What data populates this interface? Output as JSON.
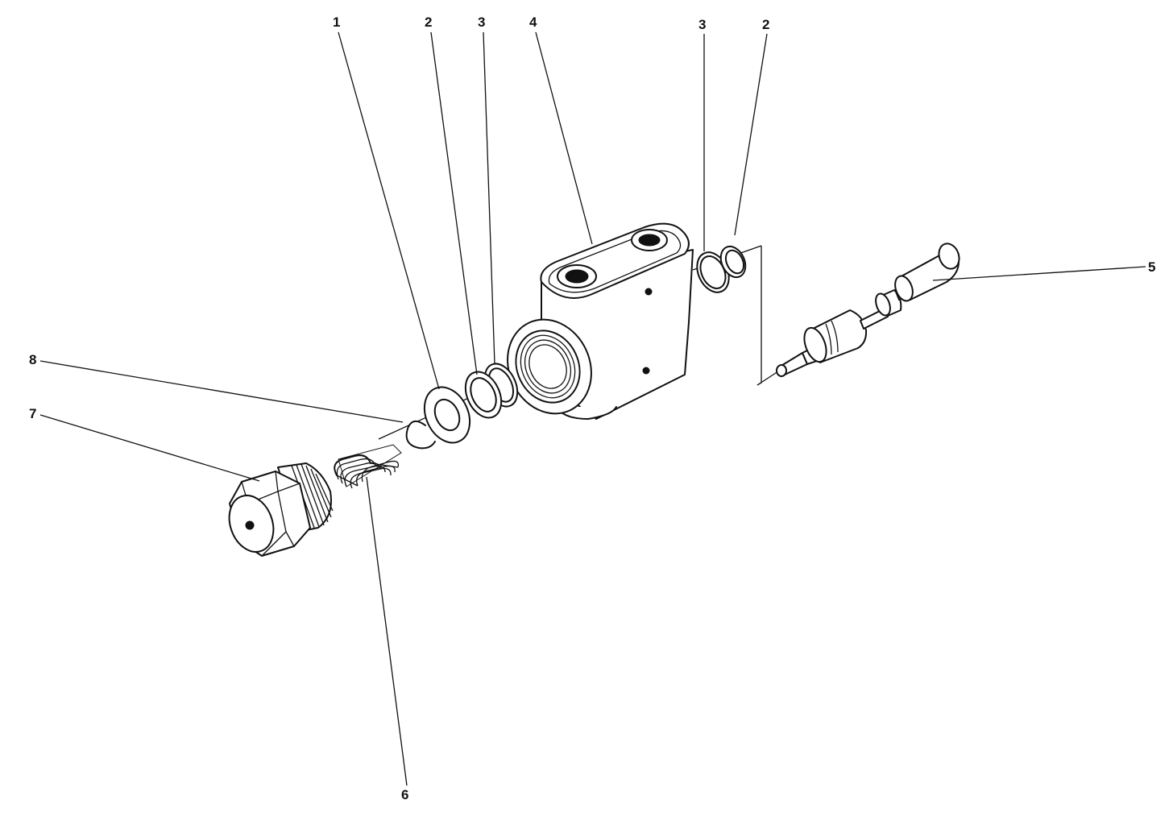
{
  "callouts": [
    {
      "id": "c1",
      "label": "1",
      "part": "washer"
    },
    {
      "id": "c2a",
      "label": "2",
      "part": "backup-ring"
    },
    {
      "id": "c3a",
      "label": "3",
      "part": "o-ring"
    },
    {
      "id": "c4",
      "label": "4",
      "part": "valve-body"
    },
    {
      "id": "c3b",
      "label": "3",
      "part": "o-ring"
    },
    {
      "id": "c2b",
      "label": "2",
      "part": "backup-ring"
    },
    {
      "id": "c5",
      "label": "5",
      "part": "valve-spool"
    },
    {
      "id": "c8",
      "label": "8",
      "part": "retaining-ring"
    },
    {
      "id": "c7",
      "label": "7",
      "part": "hex-plug"
    },
    {
      "id": "c6",
      "label": "6",
      "part": "spring"
    }
  ]
}
